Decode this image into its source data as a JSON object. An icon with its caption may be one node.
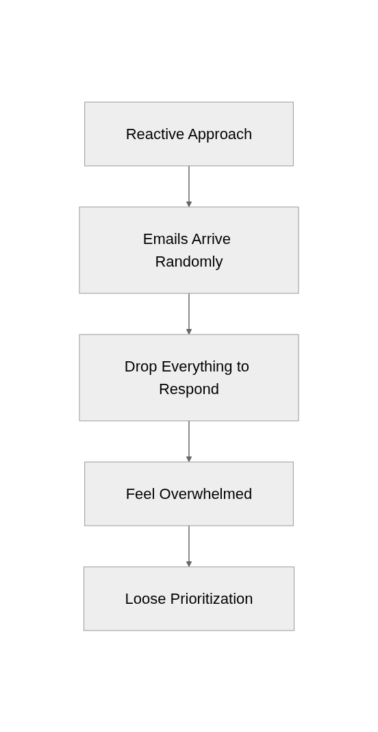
{
  "diagram": {
    "nodes": [
      {
        "text": [
          "Reactive Approach"
        ]
      },
      {
        "text": [
          "Emails Arrive Randomly"
        ]
      },
      {
        "text": [
          "Drop Everything to Respond"
        ]
      },
      {
        "text": [
          "Feel Overwhelmed"
        ]
      },
      {
        "text": [
          "Loose Prioritization"
        ]
      }
    ],
    "edges": [
      {
        "from": 0,
        "to": 1,
        "arrow": "to"
      },
      {
        "from": 1,
        "to": 2,
        "arrow": "to"
      },
      {
        "from": 2,
        "to": 3,
        "arrow": "to"
      },
      {
        "from": 3,
        "to": 4,
        "arrow": "to"
      }
    ]
  }
}
